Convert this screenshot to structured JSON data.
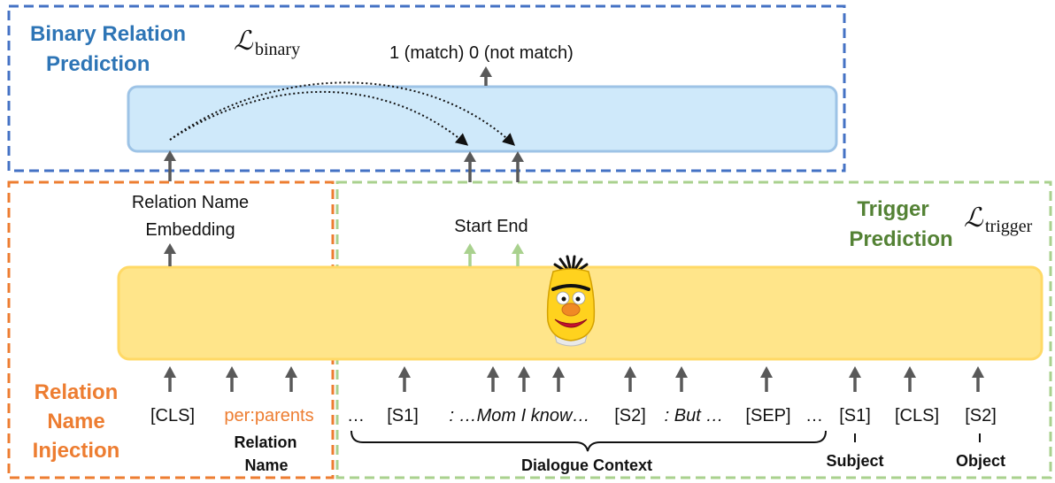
{
  "colors": {
    "blue_frame": "#4472C4",
    "orange_frame": "#ED7D31",
    "green_frame": "#A9D18E",
    "blue_title": "#2E75B6",
    "orange_title": "#ED7D31",
    "green_title": "#548235",
    "encoder_fill": "#FFE58A",
    "binary_fill": "#CFE9FA",
    "arrow_gray": "#595959",
    "arrow_green": "#A9D18E"
  },
  "binary": {
    "title_line1": "Binary Relation",
    "title_line2": "Prediction",
    "loss_symbol": "ℒ",
    "loss_subscript": "binary",
    "output_label": "1 (match) 0 (not match)"
  },
  "relation_injection": {
    "title_line1": "Relation",
    "title_line2": "Name",
    "title_line3": "Injection",
    "embedding_line1": "Relation Name",
    "embedding_line2": "Embedding"
  },
  "trigger": {
    "title_line1": "Trigger",
    "title_line2": "Prediction",
    "loss_symbol": "ℒ",
    "loss_subscript": "trigger",
    "start_end_label": "Start End"
  },
  "encoder": {
    "mascot": "bert-muppet-icon"
  },
  "tokens": {
    "cls": "[CLS]",
    "relation": "per:parents",
    "relation_caption_line1": "Relation",
    "relation_caption_line2": "Name",
    "ellipsis_start": "…",
    "s1": "[S1]",
    "utterance1": ": …Mom I know…",
    "s2": "[S2]",
    "utterance2": ": But …",
    "sep": "[SEP]",
    "ellipsis_end": "…",
    "subject_token": "[S1]",
    "cls2": "[CLS]",
    "object_token": "[S2]"
  },
  "captions": {
    "dialogue_context": "Dialogue Context",
    "subject": "Subject",
    "object": "Object"
  }
}
